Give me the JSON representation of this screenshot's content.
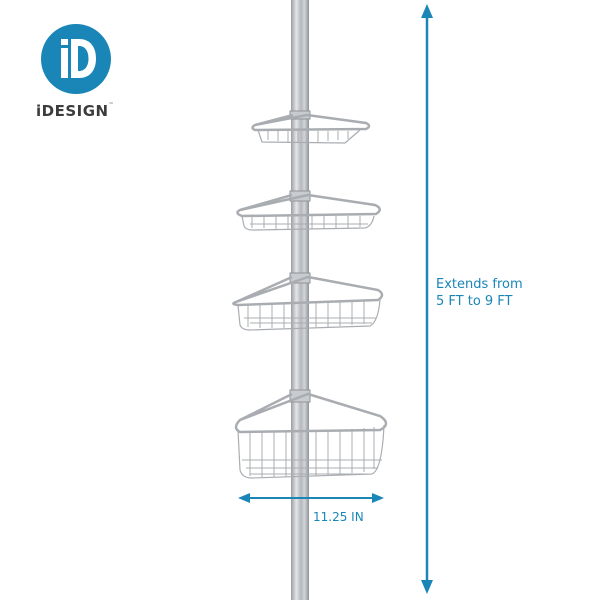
{
  "brand": {
    "name": "iDESIGN",
    "trademark": "™",
    "logo_monogram": "iD",
    "brand_color": "#1a86b8"
  },
  "product": {
    "description": "Tension pole shower caddy with 4 corner wire baskets",
    "basket_count": 4,
    "finish_color": "#b8bcc2"
  },
  "dimensions": {
    "height_label_line1": "Extends from",
    "height_label_line2": "5 FT to 9 FT",
    "width_label": "11.25 IN",
    "arrow_color": "#1a86b8"
  }
}
